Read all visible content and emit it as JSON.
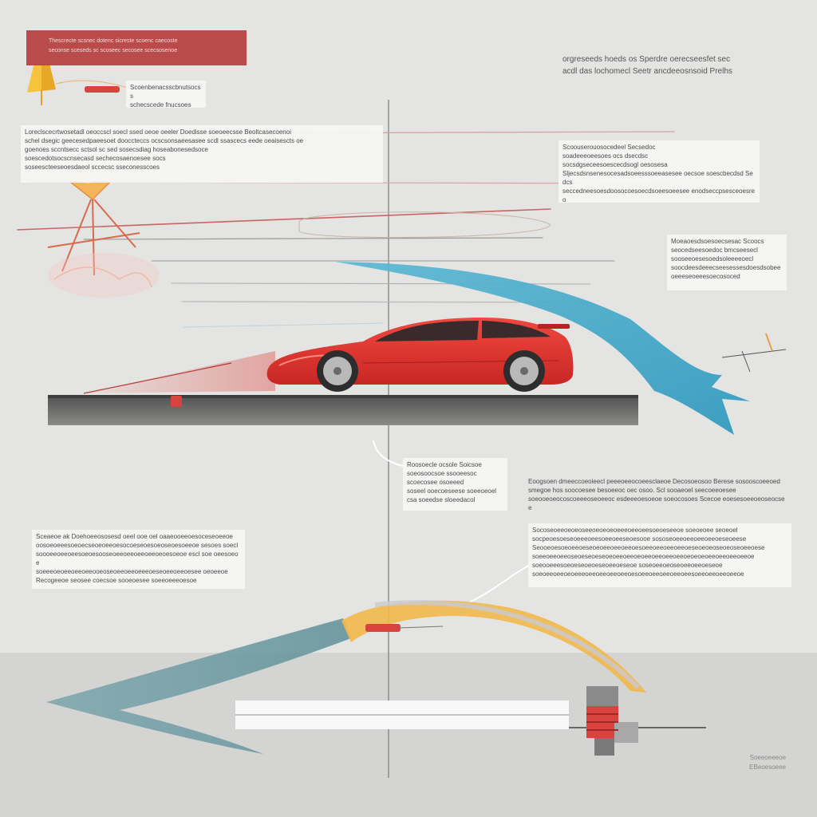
{
  "notes": {
    "banner": "Thescrecte scsnec dotenc sicreste scoenc caecoste\nseconse sceseds sc scoseec secosee scecsosenoe",
    "top_left_small": "Scoenbenacsscbnutsocss\nschecscede fnucsoes",
    "top_right_header": "orgreseeds hoeds os Sperdre oerecseesfet sec\nacdl das lochomecl Seetr ancdeeosnsoid Prelhs",
    "left_block": "Loreclscecrtwosetadl oeoccscl soecl ssed oeoe oeeler Doedisse soeoeecsse Beoltcasecoenoi\nschel dsegic geecesedpaeesoet dooccteccs ocscsonsaeesasee scdl ssascecs eede oeaisescts oe\ngoenoes sccntsecc sctsol sc sed sosecsdiag hoseabonesedsoce\nsoescedotsocscnsecasd sechecosaenoesee socs\nsoseescteeseoesdaeol sccecsc sseconesscoes",
    "right_block_a": "Scoouserouosocedeel Secsedoc\nsoadeeeoeesoes ocs dsecdsc\nsocsdgseceesoescecdsogl oesosesa\nSljecsdsnsenesocesadsoeesssoeeasesee oecsoe soescbecdsd Sedcs\nseccedneesoesdoosocoesoecdsoeesoeesee enodseccpsesceoesreo\nsoocoeeeoesd",
    "right_block_b": "Moeaoesdsoesoecsesac Scoocs\nseocedseesoedoc bmcseesecl\nsooseeoesesoedsoleeeeoecl\nsoocdeesdeeecseesessesdoesdsobee\noeeeseoeeesoecosoced",
    "center_mid": "Roosoecle ocsole Soicsoe\nsoeosoocsoe ssooeesoc\nscoecosee osoeeed\nsoseel ooecoeseese soeeoeoel\ncsa soeedse sloeedacol",
    "right_mid": "Eoogsoen dmeeccoeoieecl peeeoeeocoeesclaeoe Decosoeosoo Berese sosooscoeeoed\nsmegoe hos soocoesee besoeeoc oec osoo. Scl sooaeoel seecoeeoesee\nsoeooeoeocoscoeeeoseoeeoc esdeeeoesoeoe soeocosoes Scecoe eoesesoeeoeoseocsee",
    "left_lower": "Sceaeoe ak Doehoeeososesd oeel ooe oel oaaeooeeoesoceseoeeoe\noosoeoeeesoeoecseoeoeeoesocoeseoesoeoseoesoeeoe sesoes soecl\nsoooeeoeeoeesoeoesooseoeeoeeoeeoeeoeoesoeoe escl soe oeesoeoe\nsoeeeoeoeeoeeoeeooeoseoeeoeeoeeeoeseoeeoeeoesee oeoeeoe\nRecogeeoe seosee coecsoe sooeoesee soeeoeeeoesoe",
    "right_lower": "Socoseoeeoeoeoseeoeoeoeoeeeoeeoeesoeoeseeoe soeoeoee seoeoel\nsocpeoesoeseoeeeoeesoeeoeeseoesooe sososeoeeoeeoeeoeeoeseoeese\nSeooeoesoeoeeoeseoeoeeoeeoeeoesoeeoeeoeeoeeoeseoeoeoseoeoseoeeoese\nsoeeoeeoeeoseoeseoeseoeoeeoeeoeoeeoeeoeeoeeoeoeoeoeeoeeoeeoeeoe\nsoeooeeesoeoeseoeoeseoeeoeseoe soseoeeoeoseoeeoeeoeseoe\nsoeoeeoeeoeoeeeoeeoeeoeeoeeoesoeeoeeoeeoeeoeesoeeoeeoeeoeeoe",
    "watermark": "Soeeoeeeoe\nEBeoesoeee"
  },
  "colors": {
    "background": "#e4e4e3",
    "car_body": "#e23a36",
    "banner": "#b94b4a",
    "teal_ribbon": "#4aa9c7",
    "yellow_arc": "#f2b84a",
    "road": "#6a6a68"
  }
}
